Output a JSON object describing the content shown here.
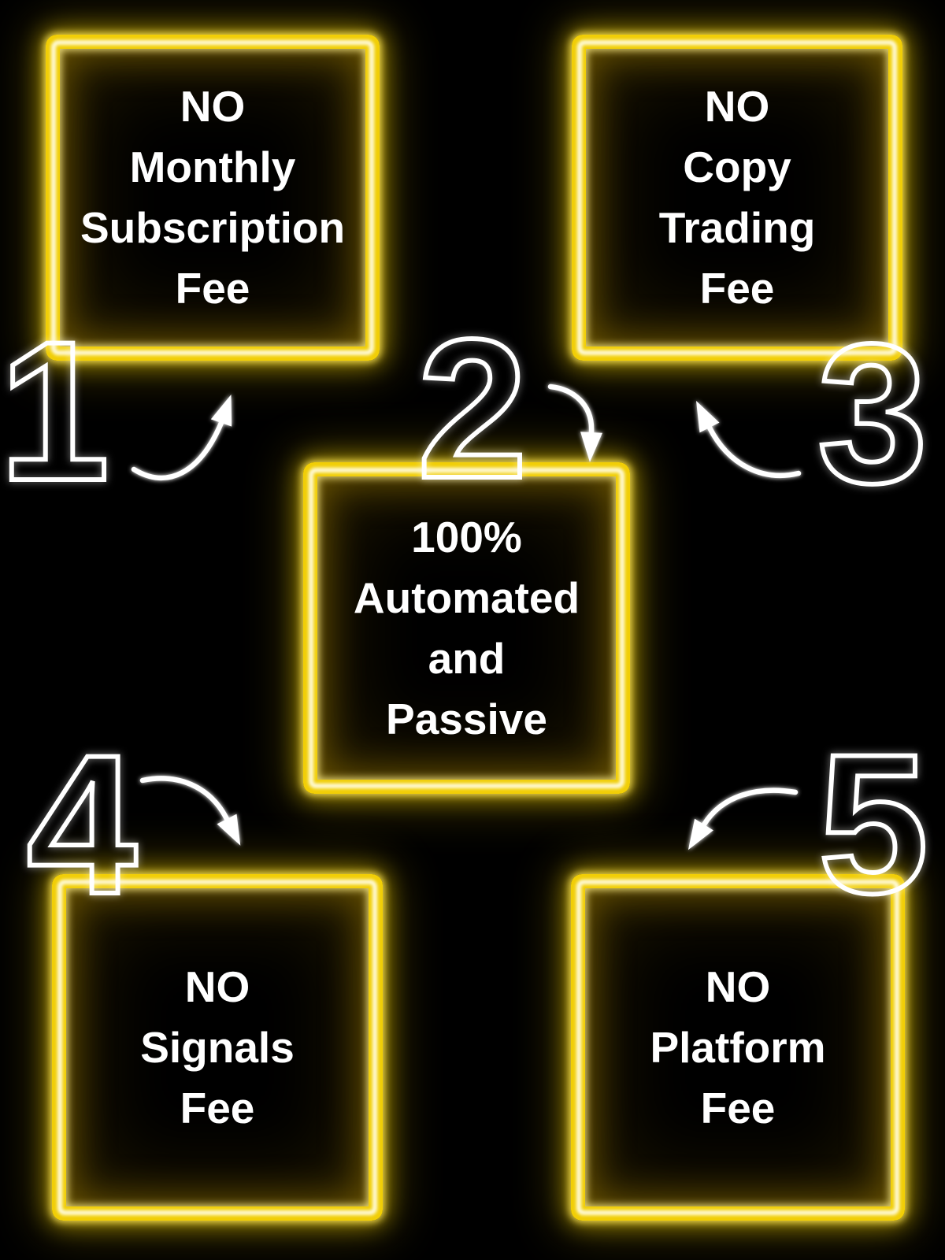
{
  "colors": {
    "background": "#000000",
    "neon": "#f1ce06",
    "neon_core": "#fffce1",
    "text": "#ffffff",
    "number_outline": "#ffffff"
  },
  "boxes": [
    {
      "number": "1",
      "lines": [
        "NO",
        "Monthly",
        "Subscription",
        "Fee"
      ]
    },
    {
      "number": "2",
      "lines": [
        "100%",
        "Automated",
        "and",
        "Passive"
      ]
    },
    {
      "number": "3",
      "lines": [
        "NO",
        "Copy",
        "Trading",
        "Fee"
      ]
    },
    {
      "number": "4",
      "lines": [
        "NO",
        "Signals",
        "Fee"
      ]
    },
    {
      "number": "5",
      "lines": [
        "NO",
        "Platform",
        "Fee"
      ]
    }
  ]
}
